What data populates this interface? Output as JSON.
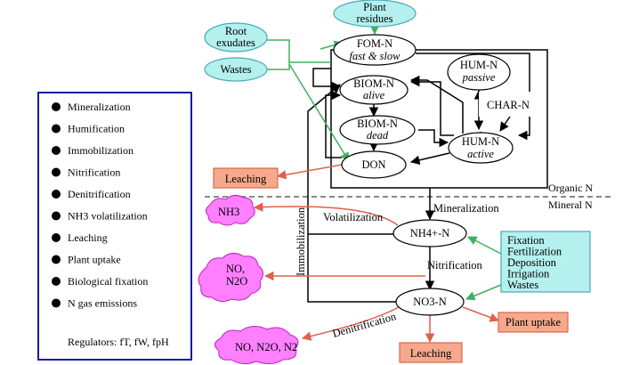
{
  "legend": {
    "items": [
      "Mineralization",
      "Humification",
      "Immobilization",
      "Nitrification",
      "Denitrification",
      "NH3 volatilization",
      "Leaching",
      "Plant uptake",
      "Biological fixation",
      "N gas emissions"
    ],
    "regulators": "Regulators: fT, fW, fpH"
  },
  "inputs": {
    "plant_residues": [
      "Plant",
      "residues"
    ],
    "root_exudates": [
      "Root",
      "exudates"
    ],
    "wastes": "Wastes"
  },
  "organic_pools": {
    "fom": {
      "name": "FOM-N",
      "sub": "fast & slow"
    },
    "biom_alive": {
      "name": "BIOM-N",
      "sub": "alive"
    },
    "biom_dead": {
      "name": "BIOM-N",
      "sub": "dead"
    },
    "hum_passive": {
      "name": "HUM-N",
      "sub": "passive"
    },
    "char": "CHAR-N",
    "hum_active": {
      "name": "HUM-N",
      "sub": "active"
    },
    "don": "DON"
  },
  "mineral_pools": {
    "nh4": "NH4+-N",
    "no3": "NO3-N"
  },
  "zones": {
    "organic": "Organic N",
    "mineral": "Mineral N"
  },
  "process_labels": {
    "mineralization": "Mineralization",
    "volatilization": "Volatilization",
    "immobilization": "Immobilization",
    "nitrification": "Nitrification",
    "denitrification": "Denitrification"
  },
  "outputs": {
    "leaching_top": "Leaching",
    "leaching_bottom": "Leaching",
    "plant_uptake": "Plant uptake"
  },
  "clouds": {
    "nh3": "NH3",
    "no_n2o": [
      "NO,",
      "N2O"
    ],
    "gases": "NO, N2O, N2"
  },
  "external_inputs": [
    "Fixation",
    "Fertilization",
    "Deposition",
    "Irrigation",
    "Wastes"
  ],
  "colors": {
    "cyan_fill": "#b3f0ee",
    "cyan_stroke": "#4aa9b8",
    "salmon_fill": "#f6a88c",
    "salmon_stroke": "#d86a4a",
    "pink_fill": "#ff80ff",
    "pink_stroke": "#c020c0",
    "green_arrow": "#40b060",
    "red_arrow": "#e0604a",
    "legend_border": "#1a1aa0"
  }
}
